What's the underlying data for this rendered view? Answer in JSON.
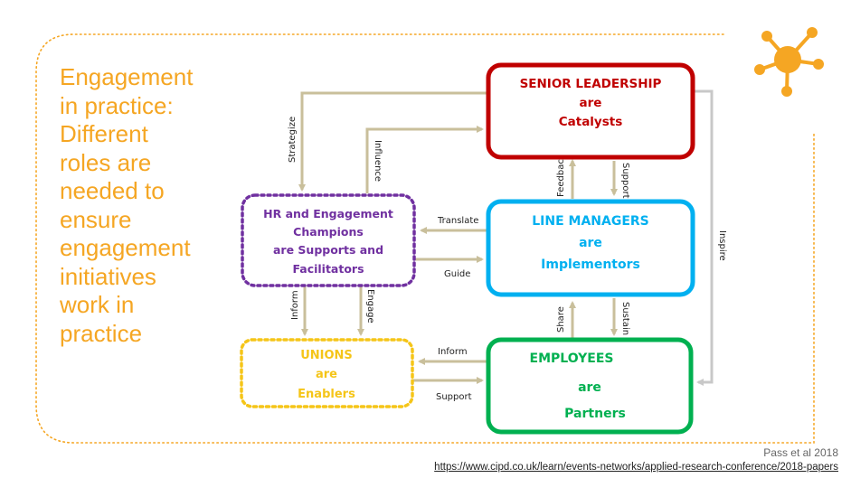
{
  "slide": {
    "title": "Engagement in practice: Different roles are needed to ensure engagement initiatives work in practice",
    "citation": "Pass et al 2018",
    "url": "https://www.cipd.co.uk/learn/events-networks/applied-research-conference/2018-papers"
  },
  "diagram": {
    "nodes": {
      "senior": {
        "line1": "SENIOR LEADERSHIP",
        "line2": "are",
        "line3": "Catalysts",
        "color": "#C00000"
      },
      "hr": {
        "line1": "HR and Engagement",
        "line2": "Champions",
        "line3": "are Supports and",
        "line4": "Facilitators",
        "color": "#7030A0"
      },
      "line_managers": {
        "line1": "LINE MANAGERS",
        "line2": "are",
        "line3": "Implementors",
        "color": "#00B0F0"
      },
      "unions": {
        "line1": "UNIONS",
        "line2": "are",
        "line3": "Enablers",
        "color": "#F5C518"
      },
      "employees": {
        "line1": "EMPLOYEES",
        "line2": "are",
        "line3": "Partners",
        "color": "#00B050"
      }
    },
    "edges": {
      "strategize": "Strategize",
      "influence": "Influence",
      "feedback": "Feedback",
      "support_down": "Support",
      "translate": "Translate",
      "guide": "Guide",
      "inform_vertical": "Inform",
      "engage": "Engage",
      "share": "Share",
      "sustain": "Sustain",
      "inform_horizontal": "Inform",
      "support_horizontal": "Support",
      "inspire": "Inspire"
    },
    "arrow_color": "#C9BF9B",
    "inspire_color": "#C8C8C8",
    "frame_color": "#F5A623",
    "logo_color": "#F5A623"
  }
}
